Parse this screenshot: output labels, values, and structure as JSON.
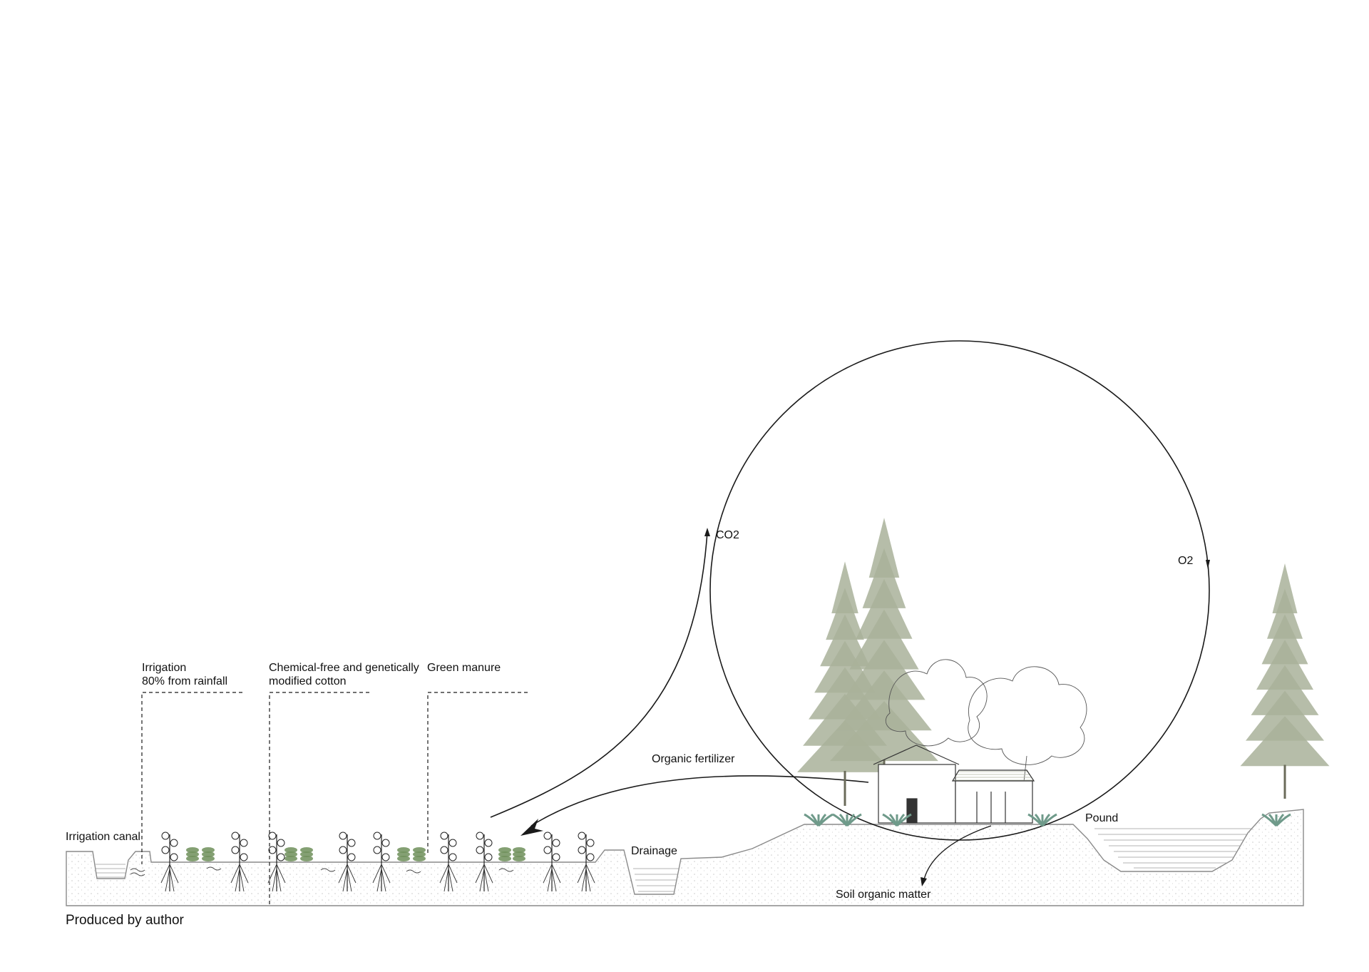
{
  "labels": {
    "irrigation_canal": "Irrigation canal",
    "irrigation_line1": "Irrigation",
    "irrigation_line2": "80% from rainfall",
    "cotton_line1": "Chemical-free and genetically",
    "cotton_line2": "modified cotton",
    "green_manure": "Green manure",
    "drainage": "Drainage",
    "organic_fertilizer": "Organic fertilizer",
    "co2": "CO2",
    "o2": "O2",
    "pound": "Pound",
    "soil_organic_matter": "Soil organic matter"
  },
  "credit": "Produced by author",
  "colors": {
    "line": "#1a1a1a",
    "ground_outline": "#8a8a8a",
    "soil_dots": "#c9c9c9",
    "tree_green": "#a9b29a",
    "crop_green": "#6f8f5a",
    "leaf_teal": "#6f9a8a",
    "water_lines": "#9a9a9a"
  }
}
